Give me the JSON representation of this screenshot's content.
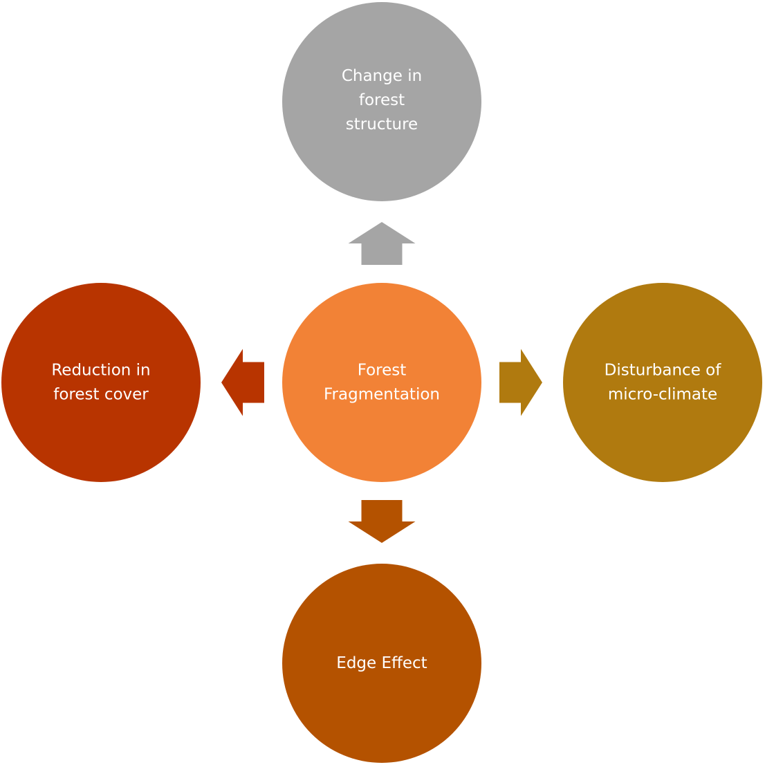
{
  "diagram": {
    "type": "radial-cycle",
    "center": {
      "id": "forest-fragmentation",
      "lines": [
        "Forest",
        "Fragmentation"
      ],
      "color": "#F28236"
    },
    "nodes": [
      {
        "id": "change-in-forest-structure",
        "direction": "up",
        "lines": [
          "Change in",
          "forest",
          "structure"
        ],
        "color": "#A5A5A5",
        "arrow_color": "#A5A5A5"
      },
      {
        "id": "reduction-in-forest-cover",
        "direction": "left",
        "lines": [
          "Reduction in",
          "forest cover"
        ],
        "color": "#B83400",
        "arrow_color": "#B83400"
      },
      {
        "id": "disturbance-of-micro-climate",
        "direction": "right",
        "lines": [
          "Disturbance of",
          "micro-climate"
        ],
        "color": "#B07A0F",
        "arrow_color": "#B07A0F"
      },
      {
        "id": "edge-effect",
        "direction": "down",
        "lines": [
          "Edge Effect"
        ],
        "color": "#B45200",
        "arrow_color": "#B45200"
      }
    ],
    "edges": [
      {
        "from": "forest-fragmentation",
        "to": "change-in-forest-structure"
      },
      {
        "from": "forest-fragmentation",
        "to": "reduction-in-forest-cover"
      },
      {
        "from": "forest-fragmentation",
        "to": "disturbance-of-micro-climate"
      },
      {
        "from": "forest-fragmentation",
        "to": "edge-effect"
      }
    ]
  }
}
